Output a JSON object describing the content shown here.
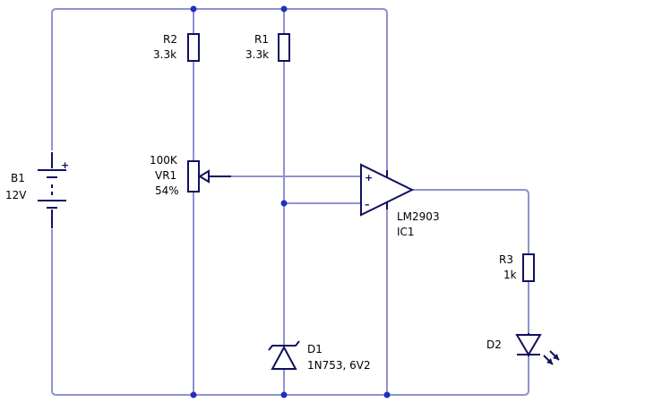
{
  "components": {
    "battery": {
      "ref": "B1",
      "value": "12V",
      "plus": "+"
    },
    "r1": {
      "ref": "R1",
      "value": "3.3k"
    },
    "r2": {
      "ref": "R2",
      "value": "3.3k"
    },
    "r3": {
      "ref": "R3",
      "value": "1k"
    },
    "vr1": {
      "value": "100K",
      "ref": "VR1",
      "setting": "54%"
    },
    "d1": {
      "ref": "D1",
      "value": "1N753, 6V2"
    },
    "d2": {
      "ref": "D2"
    },
    "ic1": {
      "part": "LM2903",
      "ref": "IC1",
      "plus": "+",
      "minus": "–"
    }
  },
  "colors": {
    "wire": "#8f93cf",
    "component": "#101060",
    "junction": "#1f2fbf"
  }
}
